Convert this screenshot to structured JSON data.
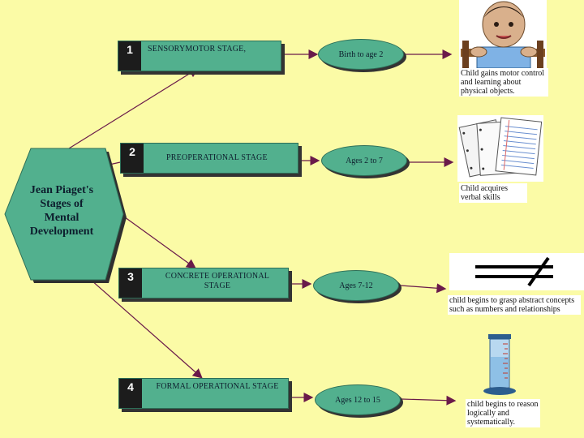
{
  "center": {
    "title_lines": [
      "Jean Piaget's",
      "Stages of",
      "Mental",
      "Development"
    ]
  },
  "stages": [
    {
      "number": "1",
      "label": "SENSORYMOTOR STAGE,",
      "ages": "Birth to age 2",
      "caption": "Child gains motor control and learning about physical objects.",
      "image": "baby-icon"
    },
    {
      "number": "2",
      "label": "PREOPERATIONAL STAGE",
      "ages": "Ages 2 to 7",
      "caption": "Child acquires verbal skills",
      "image": "paper-pages-icon"
    },
    {
      "number": "3",
      "label": "CONCRETE OPERATIONAL STAGE",
      "ages": "Ages 7-12",
      "caption": "child begins to grasp abstract concepts such as numbers and relationships",
      "image": "not-equal-icon"
    },
    {
      "number": "4",
      "label": "FORMAL OPERATIONAL STAGE",
      "ages": "Ages 12 to 15",
      "caption": "child begins to reason logically and systematically.",
      "image": "graduated-cylinder-icon"
    }
  ],
  "colors": {
    "background": "#fbfba6",
    "shape_fill": "#52b08e",
    "number_fill": "#1c1c1c",
    "arrow": "#6a1a4a"
  }
}
